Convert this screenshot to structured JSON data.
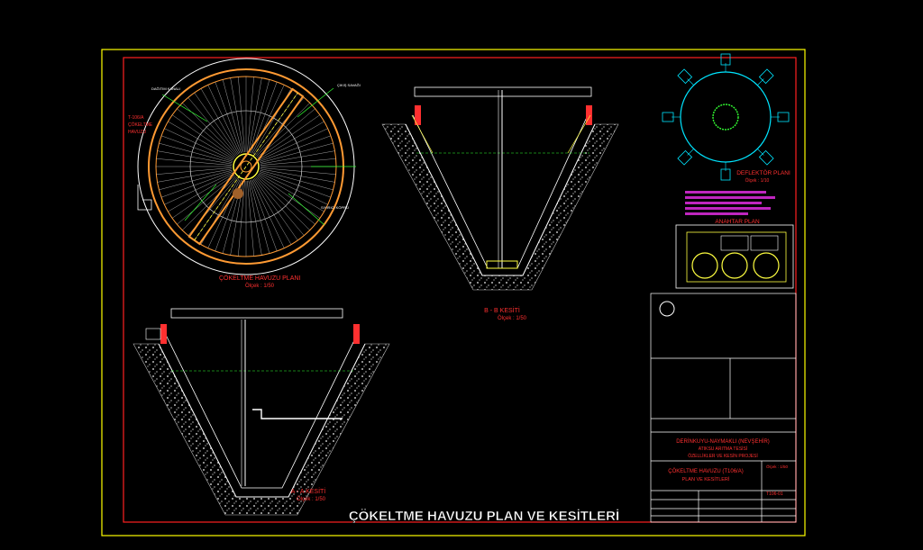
{
  "drawing": {
    "caption": "ÇÖKELTME HAVUZU PLAN VE KESİTLERİ",
    "colors": {
      "background": "#000000",
      "frame": "#ffff00",
      "border": "#ff2020",
      "title": "#ff3030",
      "cyan": "#00e5ff",
      "green": "#33ff33",
      "orange": "#ff9a33",
      "magenta": "#ff33ff",
      "white": "#ffffff"
    }
  },
  "views": {
    "plan": {
      "title": "ÇÖKELTME HAVUZU PLANI",
      "scale": "Ölçek : 1/50",
      "side_label": "T-106/A ÇÖKELTME HAVUZU"
    },
    "section_bb": {
      "title": "B - B KESİTİ",
      "scale": "Ölçek : 1/50"
    },
    "section_aa": {
      "title": "A - A KESİTİ",
      "scale": "Ölçek : 1/50"
    },
    "deflector": {
      "title": "DEFLEKTÖR PLANI",
      "scale": "Ölçek : 1/10"
    },
    "key_plan": {
      "title": "ANAHTAR PLAN"
    }
  },
  "title_block": {
    "project": "DERİNKUYU-NAYMAKLI (NEVŞEHİR)",
    "subproject": "ATIKSU ARITMA TESİSİ",
    "phase": "ÖZELLİKLER VE KESİN PROJESİ",
    "sheet_title": "ÇÖKELTME HAVUZU (T106/A)",
    "sheet_subtitle": "PLAN VE KESİTLERİ",
    "scale_label": "Ölçek : 1/50",
    "sheet_no": "T106-01"
  }
}
